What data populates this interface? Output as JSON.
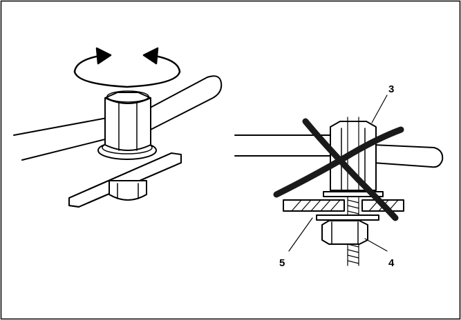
{
  "colors": {
    "line": "#000000",
    "background": "#ffffff",
    "cross": "#1a1a1a"
  },
  "callouts": {
    "part3": "3",
    "part4": "4",
    "part5": "5"
  },
  "icons": {
    "rotation": "rotate-arrows-icon",
    "prohibited": "prohibited-cross-icon"
  }
}
